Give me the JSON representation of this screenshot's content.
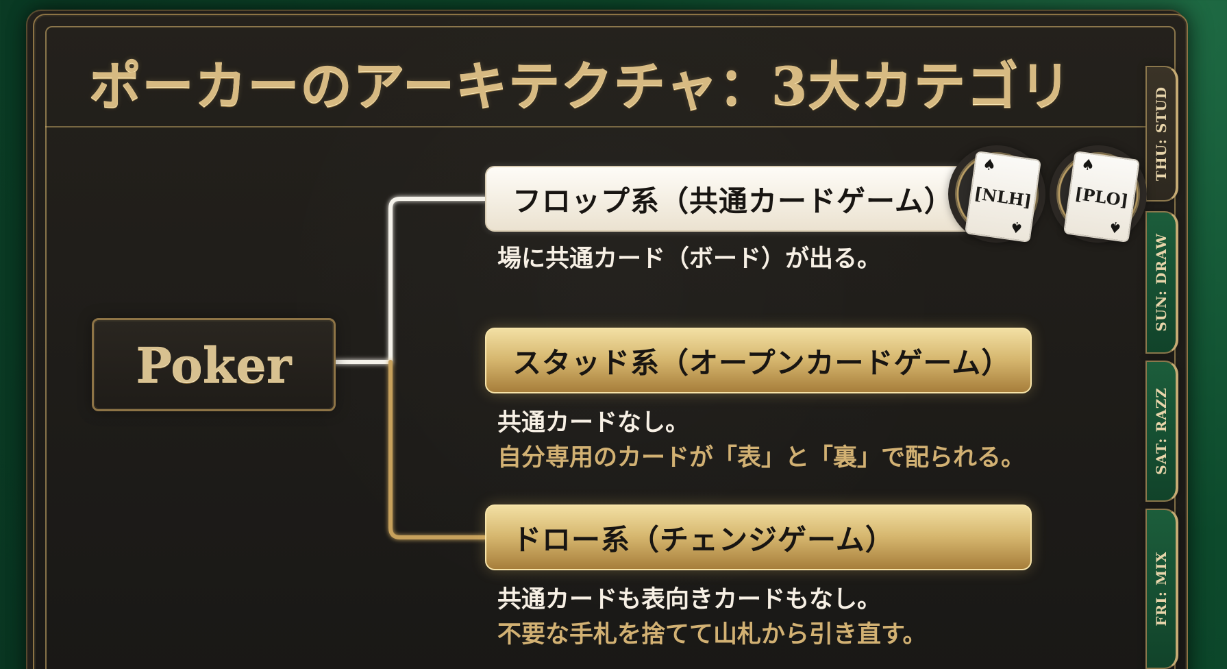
{
  "title": "ポーカーのアーキテクチャ：3大カテゴリ",
  "tabs": [
    {
      "label": "THU: STUD"
    },
    {
      "label": "SUN: DRAW"
    },
    {
      "label": "SAT: RAZZ"
    },
    {
      "label": "FRI: MIX"
    }
  ],
  "root": {
    "label": "Poker"
  },
  "categories": [
    {
      "label": "フロップ系（共通カードゲーム）",
      "lines": [
        "場に共通カード（ボード）が出る。"
      ],
      "cards": [
        {
          "label": "[NLH]",
          "suit": "♠"
        },
        {
          "label": "[PLO]",
          "suit": "♠"
        }
      ]
    },
    {
      "label": "スタッド系（オープンカードゲーム）",
      "lines": [
        "共通カードなし。",
        "自分専用のカードが「表」と「裏」で配られる。"
      ]
    },
    {
      "label": "ドロー系（チェンジゲーム）",
      "lines": [
        "共通カードも表向きカードもなし。",
        "不要な手札を捨てて山札から引き直す。"
      ]
    }
  ]
}
